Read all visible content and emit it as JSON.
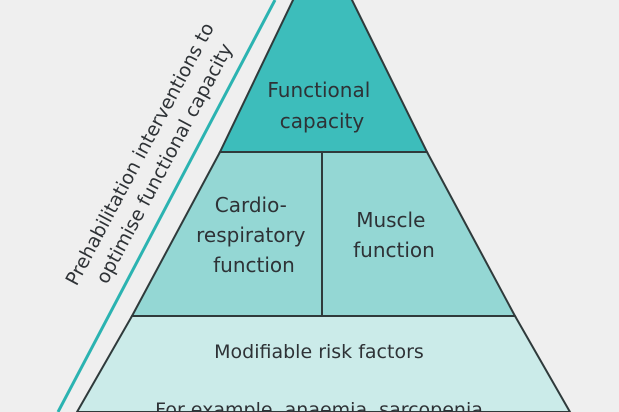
{
  "side_label": {
    "line1": "Prehabilitation interventions to",
    "line2": "optimise functional capacity"
  },
  "tiers": {
    "top": {
      "line1": "Functional",
      "line2": "capacity"
    },
    "middle_left": {
      "line1": "Cardio-",
      "line2": "respiratory",
      "line3": "function"
    },
    "middle_right": {
      "line1": "Muscle",
      "line2": "function"
    },
    "bottom": {
      "line1": "Modifiable risk factors",
      "line2": "For example, anaemia, sarcopenia,"
    }
  },
  "colors": {
    "background": "#efefef",
    "top_tier": "#3dbdbb",
    "middle_tier": "#94d7d4",
    "bottom_tier": "#cbebe9",
    "accent_line": "#2bb3b1",
    "outline": "#2f3a3b",
    "text": "#2e3236"
  }
}
